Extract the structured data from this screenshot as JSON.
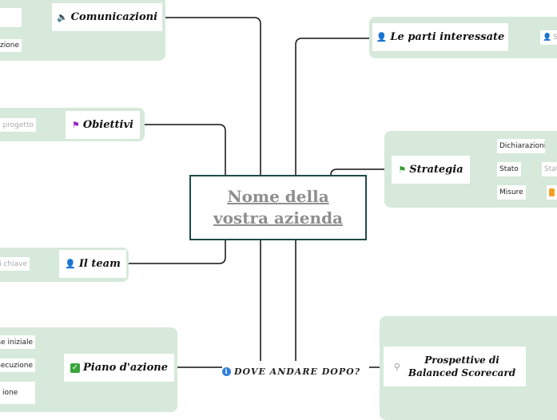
{
  "central": {
    "line1": "Nome della",
    "line2": "vostra azienda"
  },
  "next_step": {
    "label": "DOVE ANDARE DOPO?",
    "icon": "info-icon"
  },
  "topics": {
    "comunicazioni": {
      "label": "Comunicazioni",
      "icon": "speaker-icon",
      "leaves": [
        "",
        "azione"
      ]
    },
    "obiettivi": {
      "label": "Obiettivi",
      "icon": "flag-icon",
      "leaves": [
        "l progetto"
      ]
    },
    "team": {
      "label": "Il team",
      "icon": "person-icon",
      "leaves": [
        "li chiave"
      ]
    },
    "piano": {
      "label": "Piano d'azione",
      "icon": "check-icon",
      "leaves": [
        "ase iniziale",
        "esecuzione",
        "ione"
      ]
    },
    "parti": {
      "label": "Le parti interessate",
      "icon": "person-icon",
      "leaves": [
        "S"
      ]
    },
    "strategia": {
      "label": "Strategia",
      "icon": "flag-icon",
      "leaves": [
        "Dichiarazioni",
        "Stato",
        "Misure"
      ],
      "stato_value": "Stat"
    },
    "prospettive": {
      "line1": "Prospettive di",
      "line2": "Balanced Scorecard",
      "icon": "magnifier-icon"
    }
  },
  "colors": {
    "panel": "#d6e9da",
    "central_border": "#1f4b45",
    "line": "#111111"
  }
}
